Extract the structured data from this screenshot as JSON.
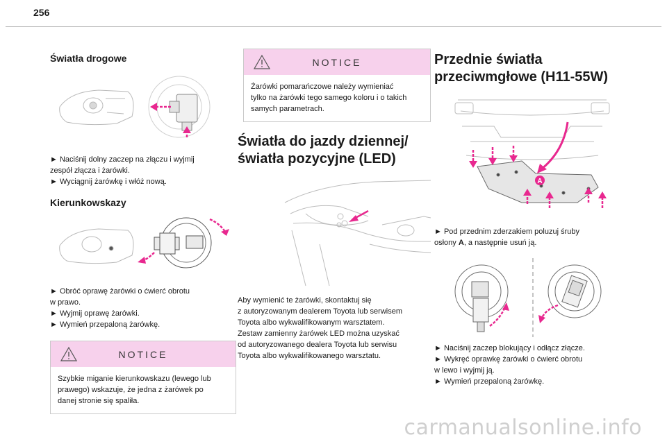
{
  "page_number": "256",
  "col1": {
    "section1_title": "Światła drogowe",
    "section1_steps": [
      "► Naciśnij dolny zaczep na złączu i wyjmij",
      "zespół złącza i żarówki.",
      "► Wyciągnij żarówkę i włóż nową."
    ],
    "section2_title": "Kierunkowskazy",
    "section2_steps": [
      "► Obróć oprawę żarówki o ćwierć obrotu",
      "w prawo.",
      "► Wyjmij oprawę żarówki.",
      "► Wymień przepaloną żarówkę."
    ],
    "notice_title": "NOTICE",
    "notice_lines": [
      "Szybkie miganie kierunkowskazu (lewego lub",
      "prawego) wskazuje, że jedna z żarówek po",
      "danej stronie się spaliła."
    ]
  },
  "col2": {
    "notice_title": "NOTICE",
    "notice_lines": [
      "Żarówki pomarańczowe należy wymieniać",
      "tylko na żarówki tego samego koloru i o takich",
      "samych parametrach."
    ],
    "heading_lines": [
      "Światła do jazdy dziennej/",
      "światła pozycyjne (LED)"
    ],
    "body_lines": [
      "Aby wymienić te żarówki, skontaktuj się",
      "z autoryzowanym dealerem Toyota lub serwisem",
      "Toyota albo wykwalifikowanym warsztatem.",
      "Zestaw zamienny żarówek LED można uzyskać",
      "od autoryzowanego dealera Toyota lub serwisu",
      "Toyota albo wykwalifikowanego warsztatu."
    ]
  },
  "col3": {
    "heading_lines": [
      "Przednie światła",
      "przeciwmgłowe (H11-55W)"
    ],
    "label_a": "A",
    "step1_prefix": "► Pod przednim zderzakiem poluzuj śruby",
    "step1_line2_before": "osłony ",
    "step1_bold": "A",
    "step1_line2_after": ", a następnie usuń ją.",
    "steps2": [
      "► Naciśnij zaczep blokujący i odłącz złącze.",
      "► Wykręć oprawkę żarówki o ćwierć obrotu",
      "w lewo i wyjmij ją.",
      "► Wymień przepaloną żarówkę."
    ]
  },
  "watermark": "carmanualsonline.info",
  "colors": {
    "notice_header": "#f7d1ec",
    "arrow": "#e8288f",
    "rule": "#b5b5b5"
  },
  "icons": [
    "warning-triangle-icon"
  ]
}
